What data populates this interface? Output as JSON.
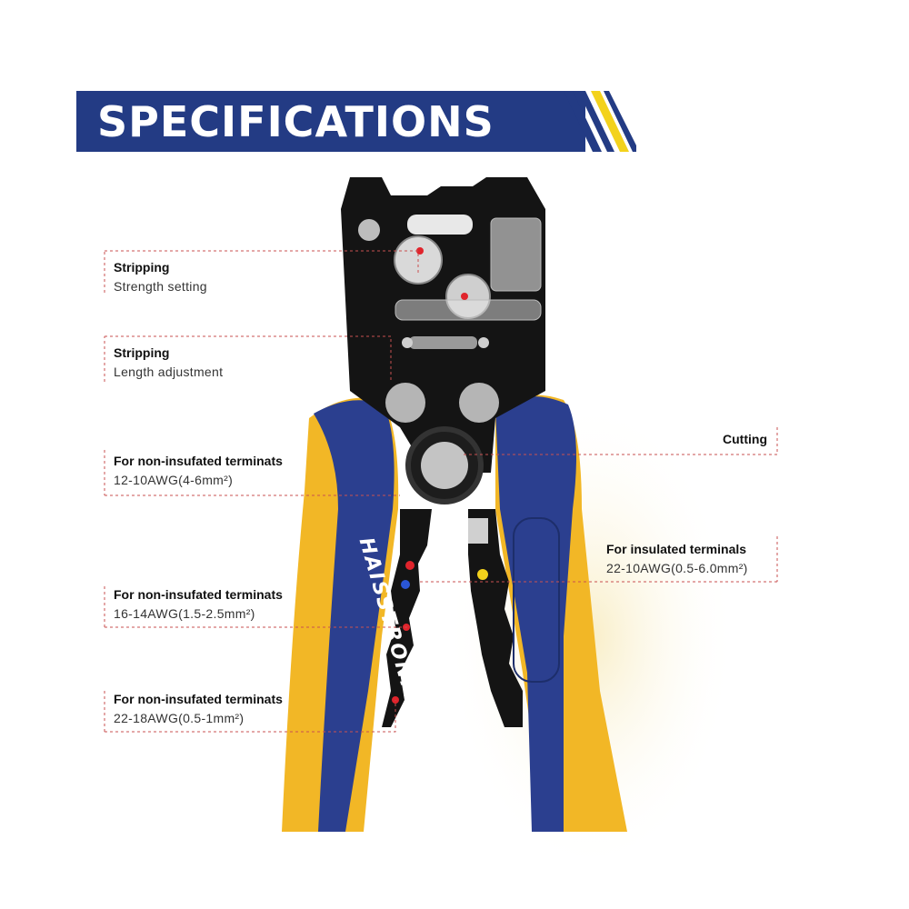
{
  "banner": {
    "title": "SPECIFICATIONS"
  },
  "product": {
    "brand": "HAISSTRONICA"
  },
  "callouts": {
    "strength": {
      "title": "Stripping",
      "detail": "Strength setting"
    },
    "length": {
      "title": "Stripping",
      "detail": "Length adjustment"
    },
    "terminal_large": {
      "title": "For non-insufated terminats",
      "detail": "12-10AWG(4-6mm²)"
    },
    "cutting": {
      "title": "Cutting"
    },
    "insulated": {
      "title": "For insulated terminals",
      "detail": "22-10AWG(0.5-6.0mm²)"
    },
    "terminal_mid": {
      "title": "For non-insufated terminats",
      "detail": "16-14AWG(1.5-2.5mm²)"
    },
    "terminal_small": {
      "title": "For non-insufated terminats",
      "detail": "22-18AWG(0.5-1mm²)"
    }
  },
  "colors": {
    "navy": "#233b84",
    "handle_blue": "#2b3f8f",
    "handle_yellow": "#f2b726",
    "accent_yellow": "#f3d21c",
    "marker_red": "#e0242c",
    "body_black": "#141414"
  }
}
